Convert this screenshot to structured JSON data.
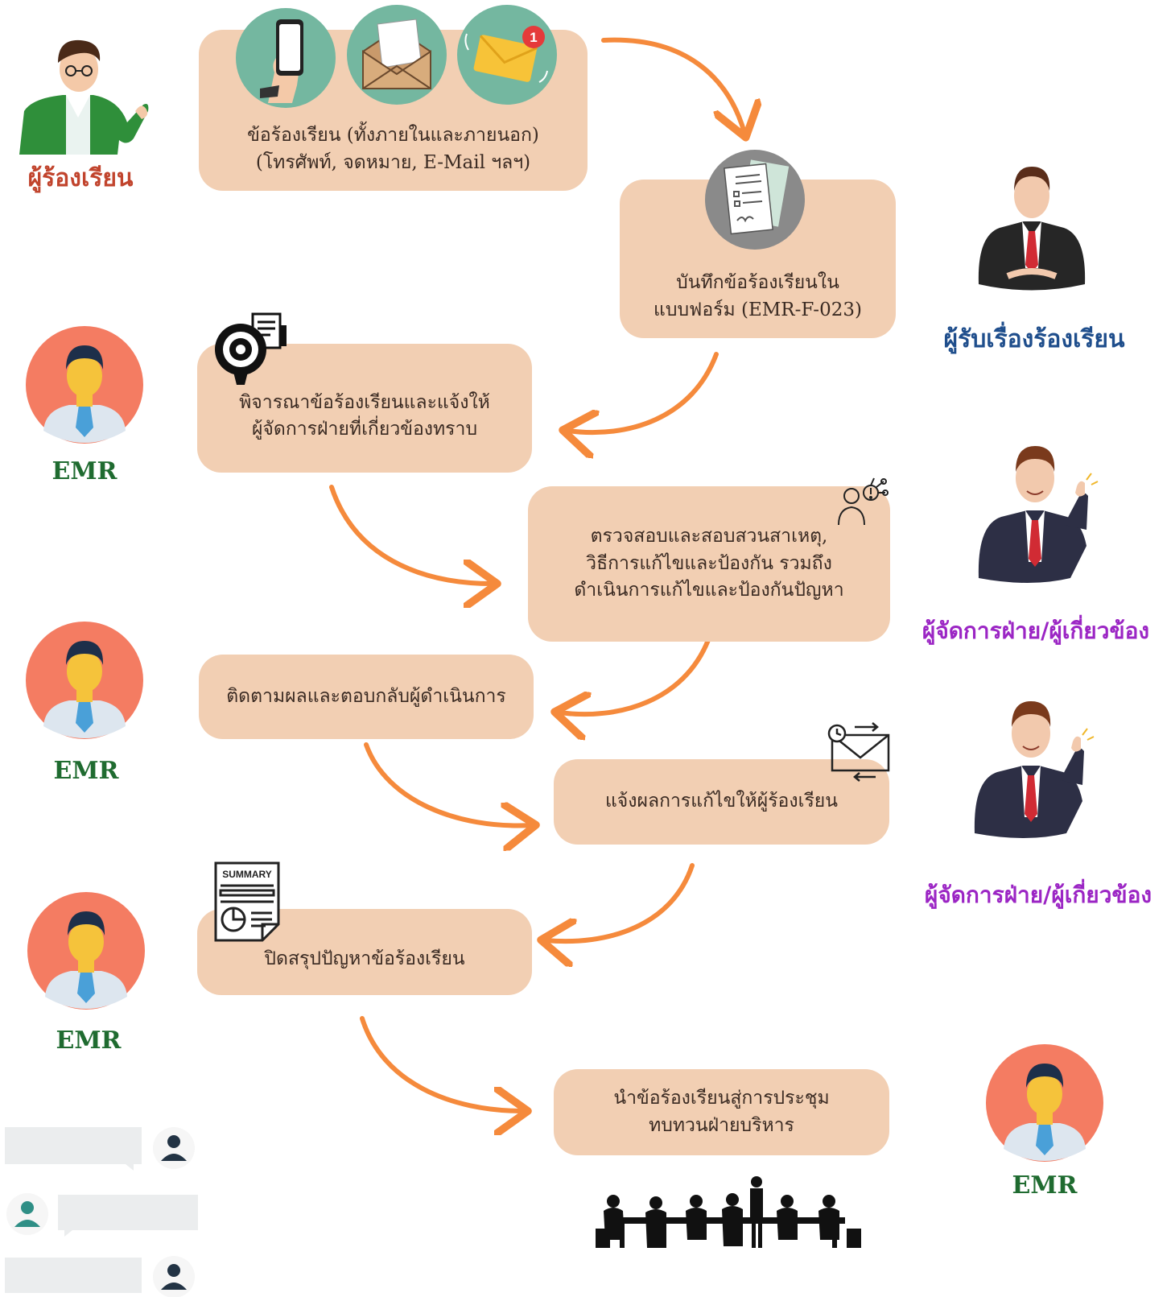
{
  "steps": [
    {
      "lines": [
        "ข้อร้องเรียน (ทั้งภายในและภายนอก)",
        "(โทรศัพท์, จดหมาย, E-Mail ฯลฯ)"
      ]
    },
    {
      "lines": [
        "บันทึกข้อร้องเรียนใน",
        "แบบฟอร์ม (EMR-F-023)"
      ]
    },
    {
      "lines": [
        "พิจารณาข้อร้องเรียนและแจ้งให้",
        "ผู้จัดการฝ่ายที่เกี่ยวข้องทราบ"
      ]
    },
    {
      "lines": [
        "ตรวจสอบและสอบสวนสาเหตุ,",
        "วิธีการแก้ไขและป้องกัน รวมถึง",
        "ดำเนินการแก้ไขและป้องกันปัญหา"
      ]
    },
    {
      "lines": [
        "ติดตามผลและตอบกลับผู้ดำเนินการ"
      ]
    },
    {
      "lines": [
        "แจ้งผลการแก้ไขให้ผู้ร้องเรียน"
      ]
    },
    {
      "lines": [
        "ปิดสรุปปัญหาข้อร้องเรียน"
      ]
    },
    {
      "lines": [
        "นำข้อร้องเรียนสู่การประชุม",
        "ทบทวนฝ่ายบริหาร"
      ]
    }
  ],
  "roles": {
    "complainant": "ผู้ร้องเรียน",
    "receiver": "ผู้รับเรื่องร้องเรียน",
    "manager": "ผู้จัดการฝ่าย/ผู้เกี่ยวข้อง",
    "emr": "EMR"
  },
  "summary_icon_text": "SUMMARY",
  "mail_badge_count": "1",
  "colors": {
    "box": "#f2cfb3",
    "arrow": "#f58a3c",
    "complainant": "#c1442d",
    "receiver": "#1f4e8c",
    "manager": "#9b25c4",
    "emr": "#1f6b30",
    "avatar_bg": "#f47c62",
    "channel_icon_bg": "#74b7a0"
  },
  "icons": [
    "phone-in-hand-icon",
    "open-envelope-icon",
    "email-notification-icon",
    "form-document-icon",
    "gear-document-icon",
    "investigation-icon",
    "email-exchange-icon",
    "summary-report-icon",
    "meeting-silhouette-icon",
    "chat-bubbles-icon"
  ]
}
